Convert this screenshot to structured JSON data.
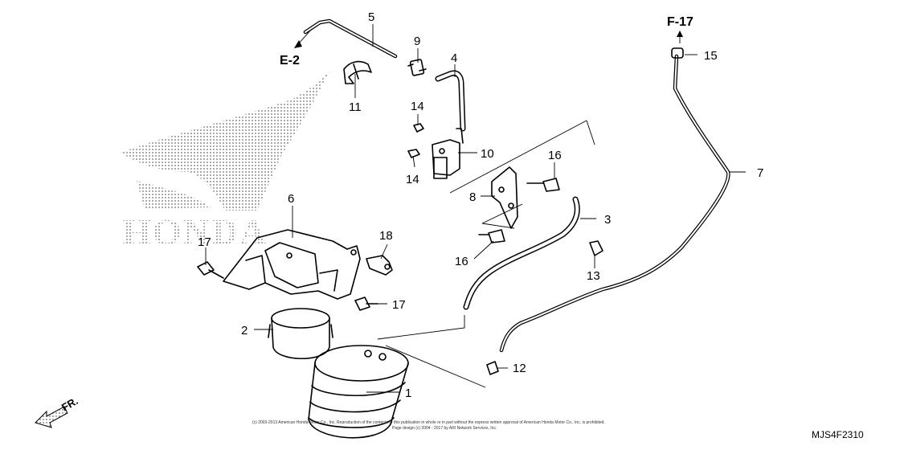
{
  "callouts": {
    "c1": "1",
    "c2": "2",
    "c3": "3",
    "c4": "4",
    "c5": "5",
    "c6": "6",
    "c7": "7",
    "c8": "8",
    "c9": "9",
    "c10": "10",
    "c11": "11",
    "c12": "12",
    "c13": "13",
    "c14a": "14",
    "c14b": "14",
    "c15": "15",
    "c16a": "16",
    "c16b": "16",
    "c17a": "17",
    "c17b": "17",
    "c18": "18"
  },
  "refs": {
    "e2": "E-2",
    "f17": "F-17"
  },
  "watermark": {
    "text": "HONDA"
  },
  "front_marker": {
    "label": "FR."
  },
  "diagram_code": "MJS4F2310",
  "copyright": {
    "line1": "(c) 2003-2013 American Honda Motor Co., Inc. Reproduction of the contents of this publication in whole or in part without the express written approval of American Honda Motor Co., Inc. is prohibited.",
    "line2": "Page design (c) 2004 - 2017 by ARI Network Services, Inc."
  }
}
